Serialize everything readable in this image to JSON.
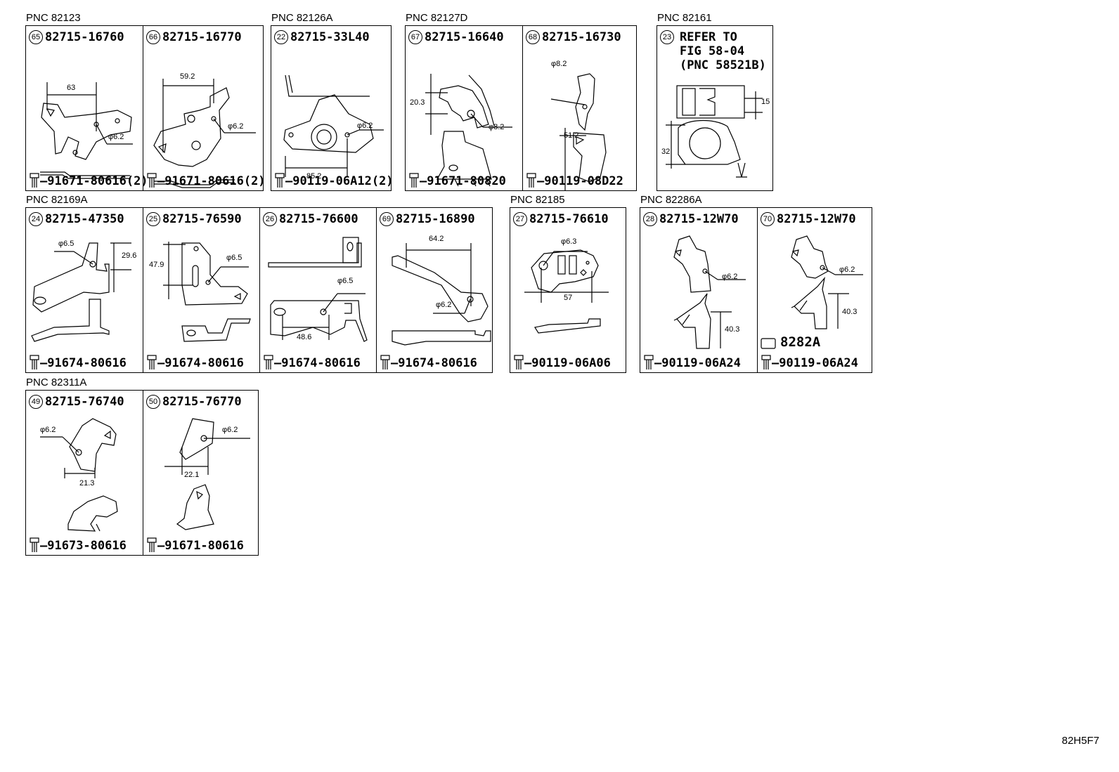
{
  "groups": [
    {
      "pnc": "PNC 82123",
      "cells": [
        {
          "num": "65",
          "part": "82715-16760",
          "bolt": "91671-80616(2)",
          "dims": [
            "63",
            "φ6.2"
          ]
        },
        {
          "num": "66",
          "part": "82715-16770",
          "bolt": "91671-80616(2)",
          "dims": [
            "59.2",
            "φ6.2"
          ]
        }
      ]
    },
    {
      "pnc": "PNC 82126A",
      "cells": [
        {
          "num": "22",
          "part": "82715-33L40",
          "bolt": "90119-06A12(2)",
          "dims": [
            "85.2",
            "φ6.2"
          ]
        }
      ]
    },
    {
      "pnc": "PNC 82127D",
      "cells": [
        {
          "num": "67",
          "part": "82715-16640",
          "bolt": "91671-80820",
          "dims": [
            "20.3",
            "φ8.2"
          ]
        },
        {
          "num": "68",
          "part": "82715-16730",
          "bolt": "90119-08D22",
          "dims": [
            "φ8.2",
            "51.2"
          ]
        }
      ]
    },
    {
      "pnc": "PNC 82161",
      "cells": [
        {
          "num": "23",
          "refer": [
            "REFER TO",
            "FIG 58-04",
            "(PNC 58521B)"
          ],
          "dims": [
            "15",
            "32"
          ]
        }
      ]
    },
    {
      "pnc": "PNC 82169A",
      "cells": [
        {
          "num": "24",
          "part": "82715-47350",
          "bolt": "91674-80616",
          "dims": [
            "φ6.5",
            "29.6"
          ]
        },
        {
          "num": "25",
          "part": "82715-76590",
          "bolt": "91674-80616",
          "dims": [
            "47.9",
            "φ6.5"
          ]
        },
        {
          "num": "26",
          "part": "82715-76600",
          "bolt": "91674-80616",
          "dims": [
            "φ6.5",
            "48.6"
          ]
        },
        {
          "num": "69",
          "part": "82715-16890",
          "bolt": "91674-80616",
          "dims": [
            "64.2",
            "φ6.2"
          ]
        }
      ]
    },
    {
      "pnc": "PNC 82185",
      "cells": [
        {
          "num": "27",
          "part": "82715-76610",
          "bolt": "90119-06A06",
          "dims": [
            "φ6.3",
            "57"
          ]
        }
      ]
    },
    {
      "pnc": "PNC 82286A",
      "cells": [
        {
          "num": "28",
          "part": "82715-12W70",
          "bolt": "90119-06A24",
          "dims": [
            "φ6.2",
            "40.3"
          ]
        },
        {
          "num": "70",
          "part": "82715-12W70",
          "bolt": "90119-06A24",
          "clip": "8282A",
          "dims": [
            "φ6.2",
            "40.3"
          ]
        }
      ]
    },
    {
      "pnc": "PNC 82311A",
      "cells": [
        {
          "num": "49",
          "part": "82715-76740",
          "bolt": "91673-80616",
          "dims": [
            "φ6.2",
            "21.3"
          ]
        },
        {
          "num": "50",
          "part": "82715-76770",
          "bolt": "91671-80616",
          "dims": [
            "φ6.2",
            "22.1"
          ]
        }
      ]
    }
  ],
  "diagram_code": "82H5F7"
}
